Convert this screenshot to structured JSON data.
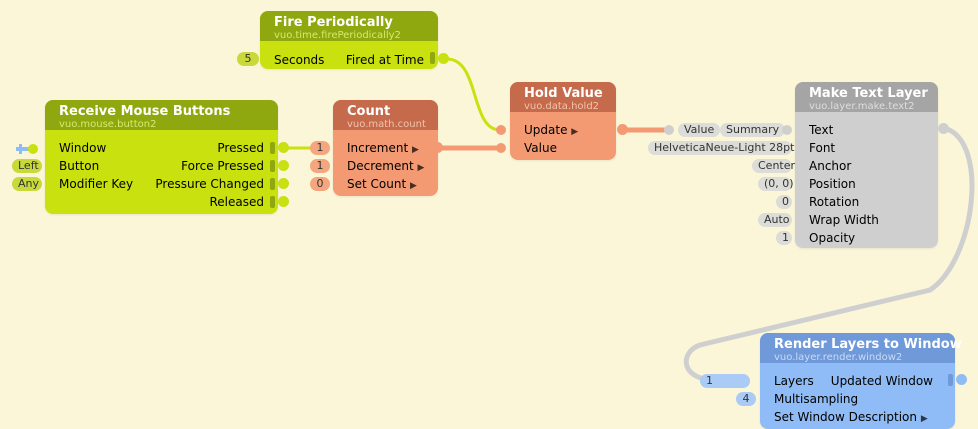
{
  "nodes": {
    "fire": {
      "title": "Fire Periodically",
      "class": "vuo.time.firePeriodically2",
      "in_seconds": "Seconds",
      "out_fired": "Fired at Time",
      "const_seconds": "5"
    },
    "mouse": {
      "title": "Receive Mouse Buttons",
      "class": "vuo.mouse.button2",
      "in_window": "Window",
      "in_button": "Button",
      "in_modifier": "Modifier Key",
      "out_pressed": "Pressed",
      "out_force": "Force Pressed",
      "out_pressure": "Pressure Changed",
      "out_released": "Released",
      "const_button": "Left",
      "const_modifier": "Any"
    },
    "count": {
      "title": "Count",
      "class": "vuo.math.count",
      "in_increment": "Increment",
      "in_decrement": "Decrement",
      "in_set": "Set Count",
      "const_increment": "1",
      "const_decrement": "1",
      "const_set": "0"
    },
    "hold": {
      "title": "Hold Value",
      "class": "vuo.data.hold2",
      "in_update": "Update",
      "in_value": "Value"
    },
    "text": {
      "title": "Make Text Layer",
      "class": "vuo.layer.make.text2",
      "in_text": "Text",
      "in_font": "Font",
      "in_anchor": "Anchor",
      "in_position": "Position",
      "in_rotation": "Rotation",
      "in_wrap": "Wrap Width",
      "in_opacity": "Opacity",
      "const_text_value": "Value",
      "const_text_summary": "Summary",
      "const_font": "HelveticaNeue-Light 28pt",
      "const_anchor": "Center",
      "const_position": "(0, 0)",
      "const_rotation": "0",
      "const_wrap": "Auto",
      "const_opacity": "1"
    },
    "render": {
      "title": "Render Layers to Window",
      "class": "vuo.layer.render.window2",
      "in_layers": "Layers",
      "in_multisampling": "Multisampling",
      "in_setdesc": "Set Window Description",
      "out_updated": "Updated Window",
      "const_layers": "1",
      "const_multisampling": "4"
    }
  },
  "colors": {
    "green_header": "#8fa80f",
    "green_body": "#c8e10f",
    "orange_header": "#c56a4a",
    "orange_body": "#f39a73",
    "gray_header": "#a5a5a5",
    "gray_body": "#cfcfcf",
    "blue_header": "#6f99d8",
    "blue_body": "#8fbcf6",
    "canvas": "#fcf6d9"
  }
}
